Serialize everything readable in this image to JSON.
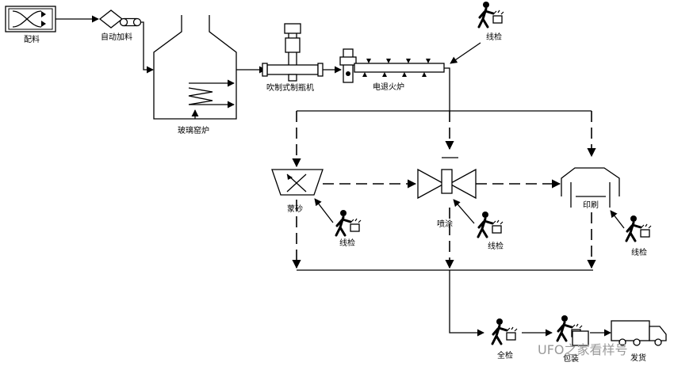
{
  "labels": {
    "batching": "配料",
    "auto_feeding": "自动加料",
    "glass_furnace": "玻璃窑炉",
    "blow_molding": "吹制式制瓶机",
    "annealing": "电退火炉",
    "frosting": "蒙砂",
    "spraying": "喷涂",
    "printing": "印刷",
    "line_inspection": "线检",
    "full_inspection": "全检",
    "packing": "包装",
    "shipping": "发货"
  },
  "watermark": "UFO之家看样号"
}
